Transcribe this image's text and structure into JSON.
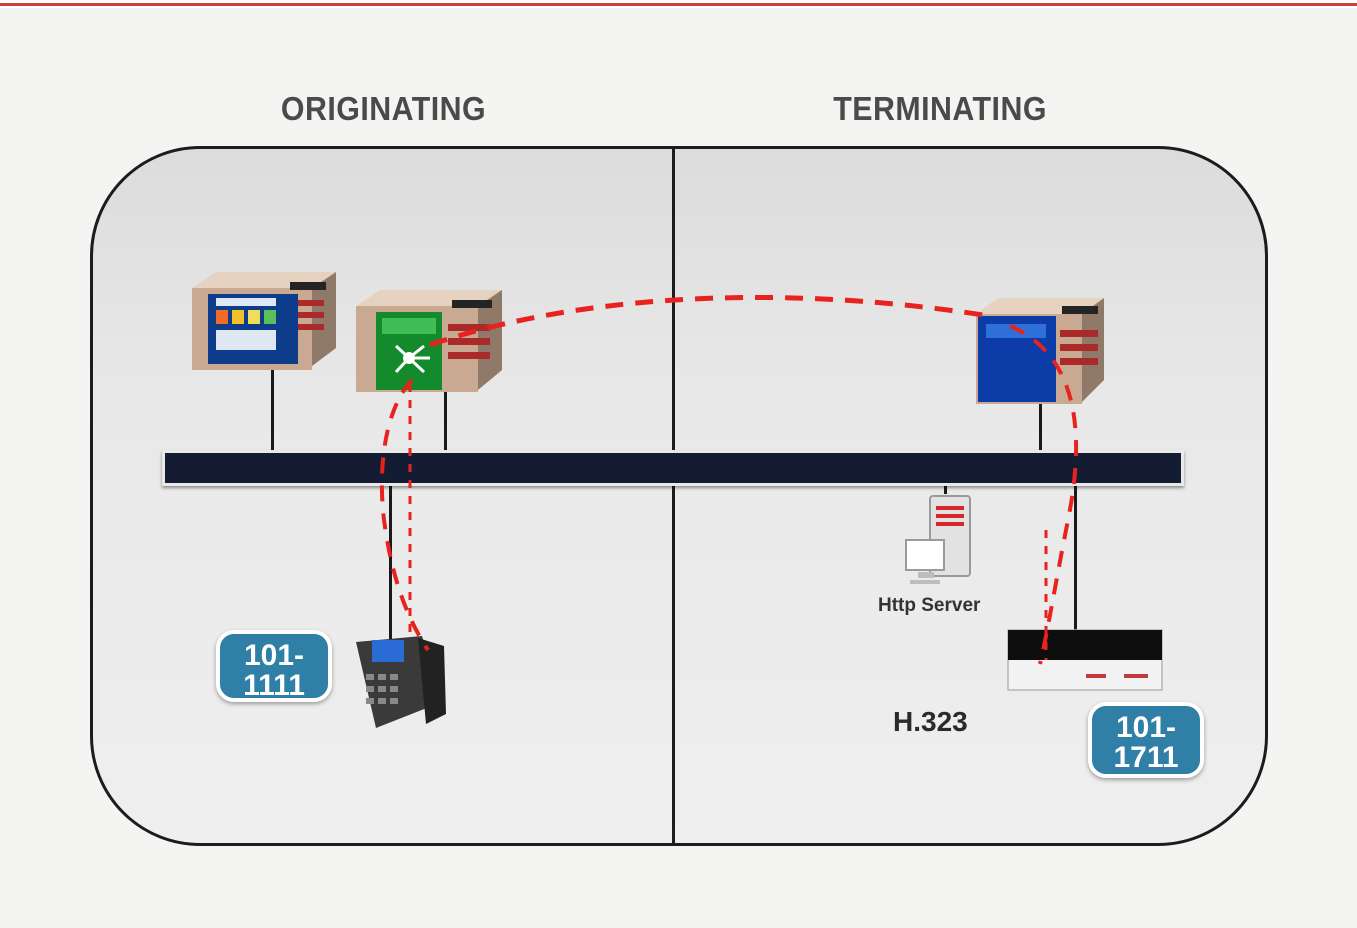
{
  "headings": {
    "left": "ORIGINATING",
    "right": "TERMINATING"
  },
  "endpoints": {
    "originating_number_line1": "101-",
    "originating_number_line2": "1111",
    "terminating_number_line1": "101-",
    "terminating_number_line2": "1711"
  },
  "labels": {
    "server": "Http Server",
    "protocol": "H.323"
  },
  "colors": {
    "signal_path": "#e8231f",
    "bus": "#141c33",
    "badge": "#2f7fa6",
    "frame_border": "#1c1c1c"
  },
  "icons": [
    "server-appliance-icon",
    "session-manager-appliance-icon",
    "communication-manager-appliance-icon",
    "ip-phone-icon",
    "http-server-icon",
    "h323-gateway-icon"
  ]
}
